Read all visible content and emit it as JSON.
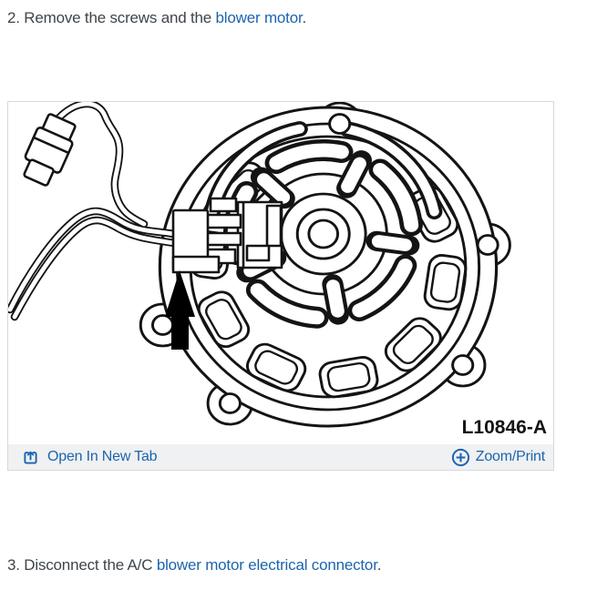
{
  "step_before": {
    "prefix": "2. Remove the screws and the ",
    "link_text": "blower motor",
    "suffix": "."
  },
  "step_after": {
    "prefix": "3. Disconnect the A/C ",
    "link_text": "blower motor electrical connector",
    "suffix": "."
  },
  "figure": {
    "part_label": "L10846-A",
    "open_in_new_tab": "Open In New Tab",
    "zoom_print": "Zoom/Print",
    "subject": "blower motor diagram with wiring harness connector and pointer arrow"
  },
  "icons": {
    "open": "open-in-new-tab-icon",
    "zoom": "circle-plus-icon"
  },
  "colors": {
    "link_blue": "#1d64ae",
    "body_text": "#3e454b",
    "toolbar_bg": "#eff1f2",
    "box_border": "#d8d8d8",
    "diagram_ink": "#141414",
    "arrow_black": "#000000"
  }
}
